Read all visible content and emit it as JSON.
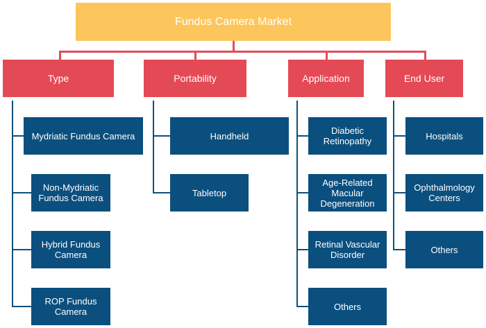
{
  "colors": {
    "root": "#fcc65d",
    "category": "#e44a56",
    "leaf": "#0b4f7e",
    "text": "#ffffff"
  },
  "root": {
    "label": "Fundus Camera Market"
  },
  "categories": [
    {
      "label": "Type",
      "items": [
        "Mydriatic Fundus Camera",
        "Non-Mydriatic Fundus Camera",
        "Hybrid Fundus Camera",
        "ROP Fundus Camera"
      ]
    },
    {
      "label": "Portability",
      "items": [
        "Handheld",
        "Tabletop"
      ]
    },
    {
      "label": "Application",
      "items": [
        "Diabetic Retinopathy",
        "Age-Related Macular Degeneration",
        "Retinal Vascular Disorder",
        "Others"
      ]
    },
    {
      "label": "End User",
      "items": [
        "Hospitals",
        "Ophthalmology Centers",
        "Others"
      ]
    }
  ]
}
